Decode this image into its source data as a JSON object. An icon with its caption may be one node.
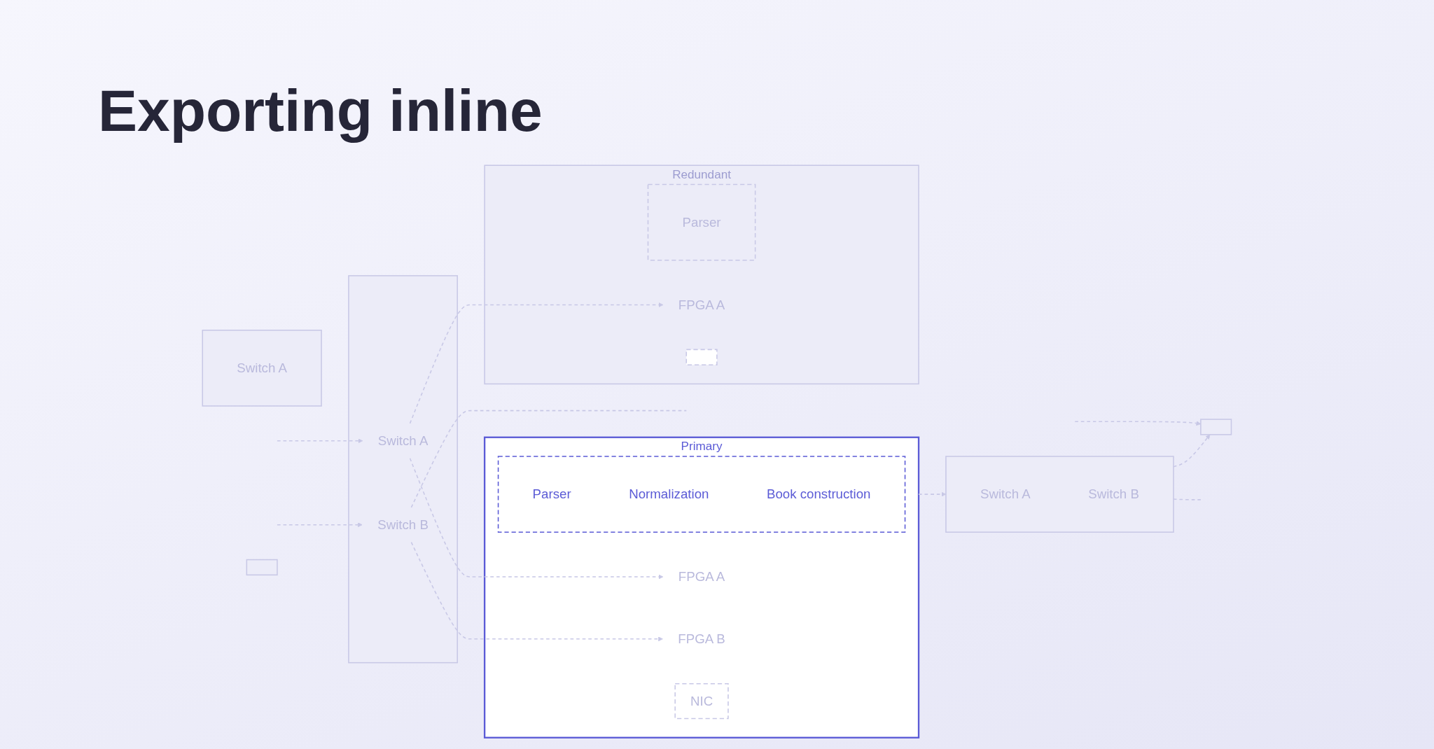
{
  "diagram": {
    "title": "Exporting inline",
    "nodes": [
      {
        "text": [],
        "shape": "box"
      },
      {
        "text": [
          "Switch A"
        ],
        "in": 0
      },
      {
        "text": [
          "Switch B"
        ],
        "in": 0
      },
      {
        "text": [
          "Primary"
        ]
      },
      {
        "text": [
          "FPGA A"
        ],
        "in": 3
      },
      {
        "text": [
          "FPGA B"
        ],
        "in": 3
      },
      {
        "text": [],
        "shape": "box",
        "in": 3
      },
      {
        "text": [
          "Parser"
        ],
        "in": 6
      },
      {
        "text": [
          "Normalization"
        ],
        "in": 6
      },
      {
        "text": [
          "Book construction"
        ],
        "in": 6
      },
      {
        "text": [
          "NIC"
        ],
        "in": 3
      },
      {
        "text": [],
        "shape": "box"
      },
      {
        "text": [
          "Switch A"
        ],
        "in": 11
      },
      {
        "text": [
          "Switch B"
        ],
        "in": 11
      },
      {
        "text": [],
        "shape": "box"
      },
      {
        "text": [
          "Redundant"
        ]
      },
      {
        "text": [
          "FPGA A"
        ],
        "in": 15
      },
      {
        "text": [],
        "shape": "box",
        "in": 15
      },
      {
        "text": [
          "Parser"
        ],
        "in": 17
      },
      {
        "text": [],
        "shape": "box",
        "in": 15
      },
      {
        "text": [],
        "shape": "box"
      },
      {
        "text": [
          "Switch A"
        ],
        "in": 20
      },
      {
        "text": [],
        "shape": "box"
      }
    ],
    "edges": [
      {
        "from": null,
        "to": 1,
        "arrow": "to",
        "style": "dashed"
      },
      {
        "from": null,
        "to": 2,
        "arrow": "to",
        "style": "dashed"
      },
      {
        "from": 1,
        "to": 4,
        "arrow": "to",
        "style": "dashed"
      },
      {
        "from": 1,
        "to": 16,
        "arrow": "to",
        "style": "dashed"
      },
      {
        "from": 2,
        "to": 5,
        "arrow": "to",
        "style": "dashed"
      },
      {
        "from": 2,
        "to": null,
        "arrow": "none",
        "style": "dashed"
      },
      {
        "from": 3,
        "to": 11,
        "arrow": "to",
        "style": "dashed"
      },
      {
        "from": 11,
        "to": 14,
        "arrow": "to",
        "style": "dashed"
      },
      {
        "from": 11,
        "to": null,
        "arrow": "none",
        "style": "dashed"
      },
      {
        "from": null,
        "to": 14,
        "arrow": "to",
        "style": "dashed"
      }
    ]
  }
}
